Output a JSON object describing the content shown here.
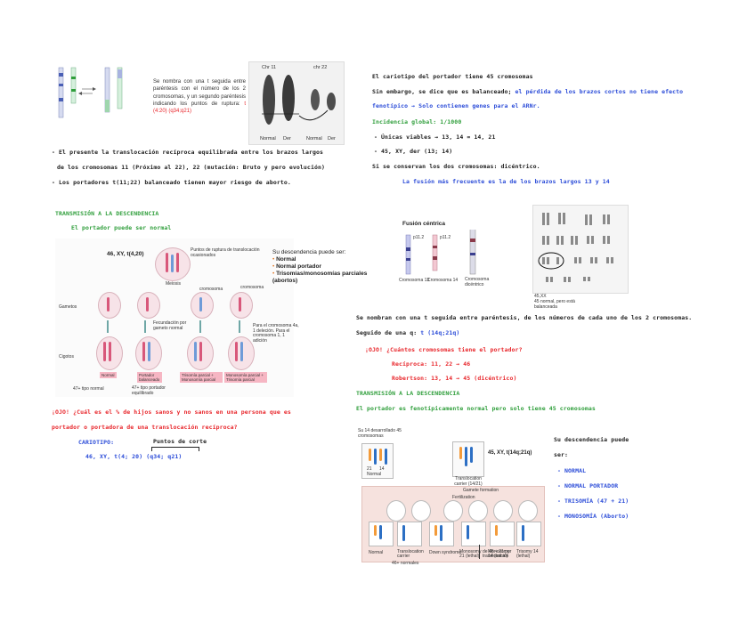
{
  "top_left": {
    "desc_text": "Se nombra con una t seguida entre paréntesis con el número de los 2 cromosomas, y un segundo paréntesis indicando los puntos de ruptura:",
    "notation": "t (4:20) (q34;q21)",
    "chr11_label": "Chr 11",
    "chr22_label": "chr 22",
    "photo_labels": [
      "Normal",
      "Der",
      "Normal",
      "Der"
    ]
  },
  "left_notes": {
    "line1": "- El presente la translocación recíproca equilibrada entre los brazos largos",
    "line2": "de los cromosomas 11 (Próximo al 22), 22 (mutación: Bruto y pero evolución)",
    "line3": "- Los portadores t(11;22) balanceado tienen mayor riesgo de aborto.",
    "transmision_title": "TRANSMISIÓN A LA DESCENDENCIA",
    "transmision_sub": "El portador puede ser normal"
  },
  "left_diagram": {
    "karyotype": "46, XY, t(4,20)",
    "note_top": "Puntos de ruptura de translocación ocasionados",
    "meiosis": "Meiosis",
    "gametos": "Gametos",
    "cigotos": "Cigotos",
    "fecundacion": "Fecundación por gameto normal",
    "annot1": "cromosoma",
    "annot2": "cromosoma",
    "desc_title": "Su descendencia puede ser:",
    "desc_items": [
      "Normal",
      "Normal portador",
      "Trisomías/monosomías parciales (abortos)"
    ],
    "right_note": "Para el cromosoma 4a, 1 deleción. Para el cromosoma 1, 1 adición",
    "tags": [
      "Normal",
      "Portador balanceado",
      "Trisomía parcial + Monosomía parcial",
      "Monosomía parcial + Trisomía parcial"
    ],
    "bottom_labels": [
      "47+ tipo normal",
      "47+ tipo portador equilibrado"
    ]
  },
  "left_bottom": {
    "q1": "¡OJO! ¿Cuál es el % de hijos sanos y no sanos en una persona que es",
    "q2": "portador o portadora de una translocación recíproca?",
    "answer_label": "CARIOTIPO:",
    "answer_note": "Puntos de corte",
    "answer_value": "46, XY, t(4; 20) (q34; q21)"
  },
  "right_notes": {
    "l1": "El cariotipo del portador tiene 45 cromosomas",
    "l2a": "Sin embargo, se dice que es balanceado;",
    "l2b": "el pérdida de los brazos cortos no tiene efecto",
    "l3a": "fenotípico",
    "l3b": "→ Solo contienen genes para el ARNr.",
    "l4": "Incidencia global: 1/1000",
    "l5": "- Únicas viables → 13, 14 = 14, 21",
    "l6": "- 45, XY, der (13; 14)",
    "l7": "Si se conservan los dos cromosomas: dicéntrico.",
    "l8": "La fusión más frecuente es la de los brazos largos 13 y 14"
  },
  "right_diagram": {
    "fusion_title": "Fusión céntrica",
    "labels": [
      "Cromosoma 13",
      "Cromosoma 14",
      "Cromosoma dicéntrico"
    ],
    "band_label": "p11.2",
    "kary_note": "45 normal, pero está balanceada",
    "kary_small": "45,XX"
  },
  "right_middle": {
    "m1": "Se nombran con una t seguida entre paréntesis, de los números de cada uno de los 2 cromosomas.",
    "m2a": "Seguido de una q:",
    "m2b": "t (14q;21q)",
    "m3": "¡OJO! ¿Cuántos cromosomas tiene el portador?",
    "m4": "Recíproca: 11, 22 → 46",
    "m5": "Robertson: 13, 14 → 45 (dicéntrico)",
    "title": "TRANSMISIÓN A LA DESCENDENCIA",
    "sub": "El portador es fenotípicamente normal pero solo tiene 45 cromosomas"
  },
  "right_bottom_diagram": {
    "karyotype": "45, XY, t(14q;21q)",
    "left_caption": "Normal",
    "translocation_caption": "Translocation carrier (14/21)",
    "gamete_formation": "Gamete formation",
    "fertilization": "Fertilization",
    "top_note": "Su 14 desarrollado 45 cromosomas",
    "small_labels": [
      "Normal",
      "Translocation carrier",
      "Down syndrome",
      "Monosomy 21 (lethal)",
      "Monosomy 14 (lethal)",
      "Trisomy 14 (lethal)"
    ],
    "chrom_labels": [
      "21",
      "14"
    ],
    "bottom_note": "46+ normales",
    "arrow_note": "de 46 + 21 por translocación"
  },
  "right_list": {
    "title": "Su descendencia puede",
    "ser": "ser:",
    "items": [
      "- NORMAL",
      "- NORMAL PORTADOR",
      "- TRISOMÍA (47 + 21)",
      "- MONOSOMÍA (Aborto)"
    ]
  }
}
